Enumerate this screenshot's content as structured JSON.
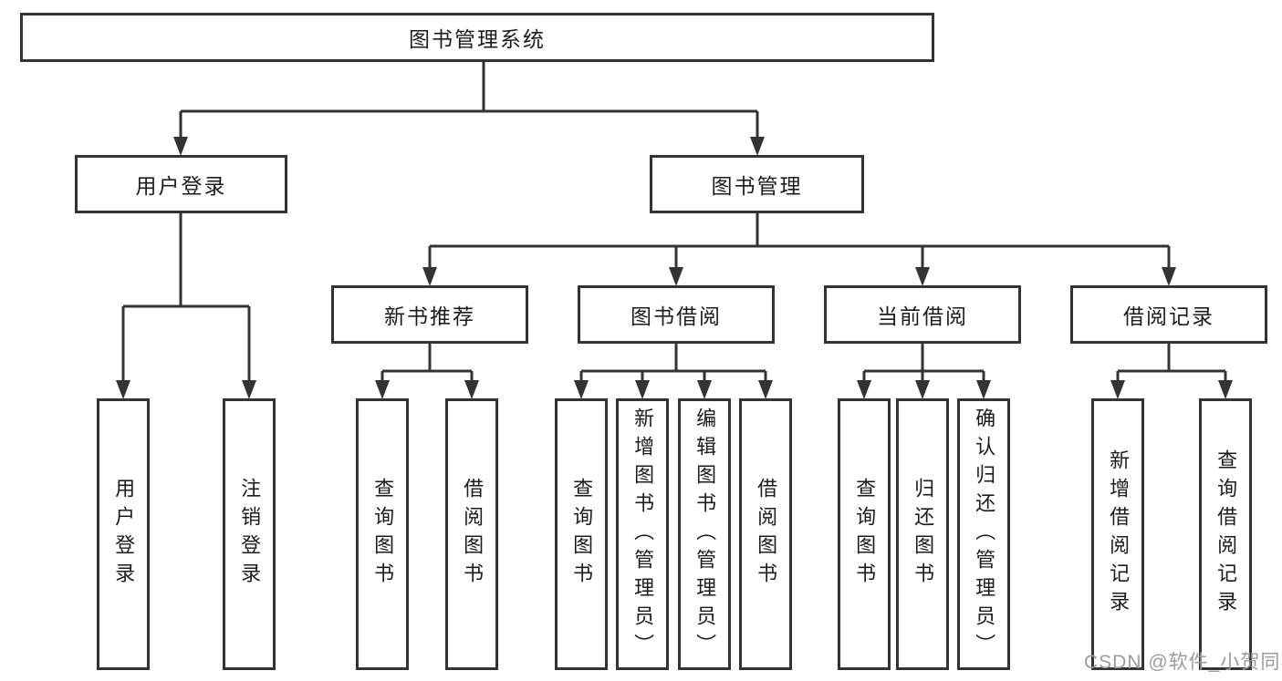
{
  "diagram": {
    "root": {
      "label": "图书管理系统"
    },
    "user": {
      "label": "用户登录",
      "children": [
        "用户登录",
        "注销登录"
      ]
    },
    "manage": {
      "label": "图书管理",
      "children": {
        "recommend": {
          "label": "新书推荐",
          "children": [
            "查询图书",
            "借阅图书"
          ]
        },
        "borrow": {
          "label": "图书借阅",
          "children": [
            "查询图书",
            "新增图书（管理员）",
            "编辑图书（管理员）",
            "借阅图书"
          ]
        },
        "current": {
          "label": "当前借阅",
          "children": [
            "查询图书",
            "归还图书",
            "确认归还（管理员）"
          ]
        },
        "records": {
          "label": "借阅记录",
          "children": [
            "新增借阅记录",
            "查询借阅记录"
          ]
        }
      }
    },
    "watermark": "CSDN @软件_小贺同学",
    "colors": {
      "line": "#333333",
      "text": "#1c1c1c",
      "watermark": "#9b9b9b",
      "background": "#ffffff"
    }
  }
}
